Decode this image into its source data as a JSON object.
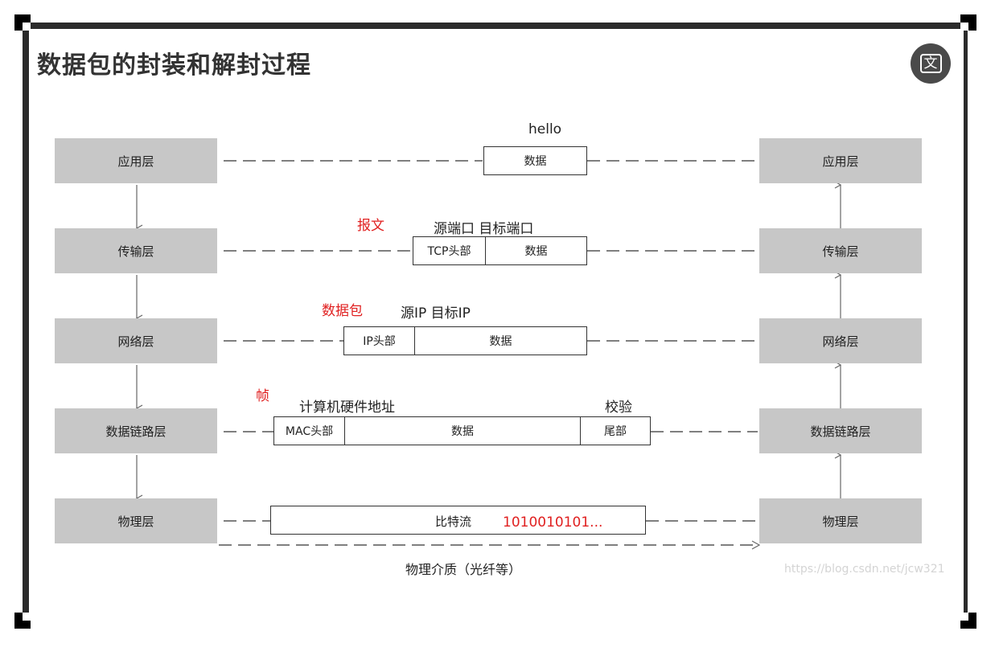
{
  "title": "数据包的封装和解封过程",
  "translate_icon_glyph": "文",
  "left_layers": [
    "应用层",
    "传输层",
    "网络层",
    "数据链路层",
    "物理层"
  ],
  "right_layers": [
    "应用层",
    "传输层",
    "网络层",
    "数据链路层",
    "物理层"
  ],
  "application": {
    "top_label": "hello",
    "data": "数据"
  },
  "transport": {
    "red_label": "报文",
    "field_labels": "源端口  目标端口",
    "header": "TCP头部",
    "data": "数据"
  },
  "network": {
    "red_label": "数据包",
    "field_labels": "源IP  目标IP",
    "header": "IP头部",
    "data": "数据"
  },
  "datalink": {
    "red_label": "帧",
    "address_label": "计算机硬件地址",
    "check_label": "校验",
    "header": "MAC头部",
    "data": "数据",
    "trailer": "尾部"
  },
  "physical": {
    "bitstream": "比特流",
    "bits": "1010010101...",
    "medium": "物理介质（光纤等）"
  },
  "watermark": "https://blog.csdn.net/jcw321",
  "colors": {
    "layer_fill": "#c7c7c7",
    "red_label": "#e02020",
    "frame": "#2a2a2a"
  }
}
